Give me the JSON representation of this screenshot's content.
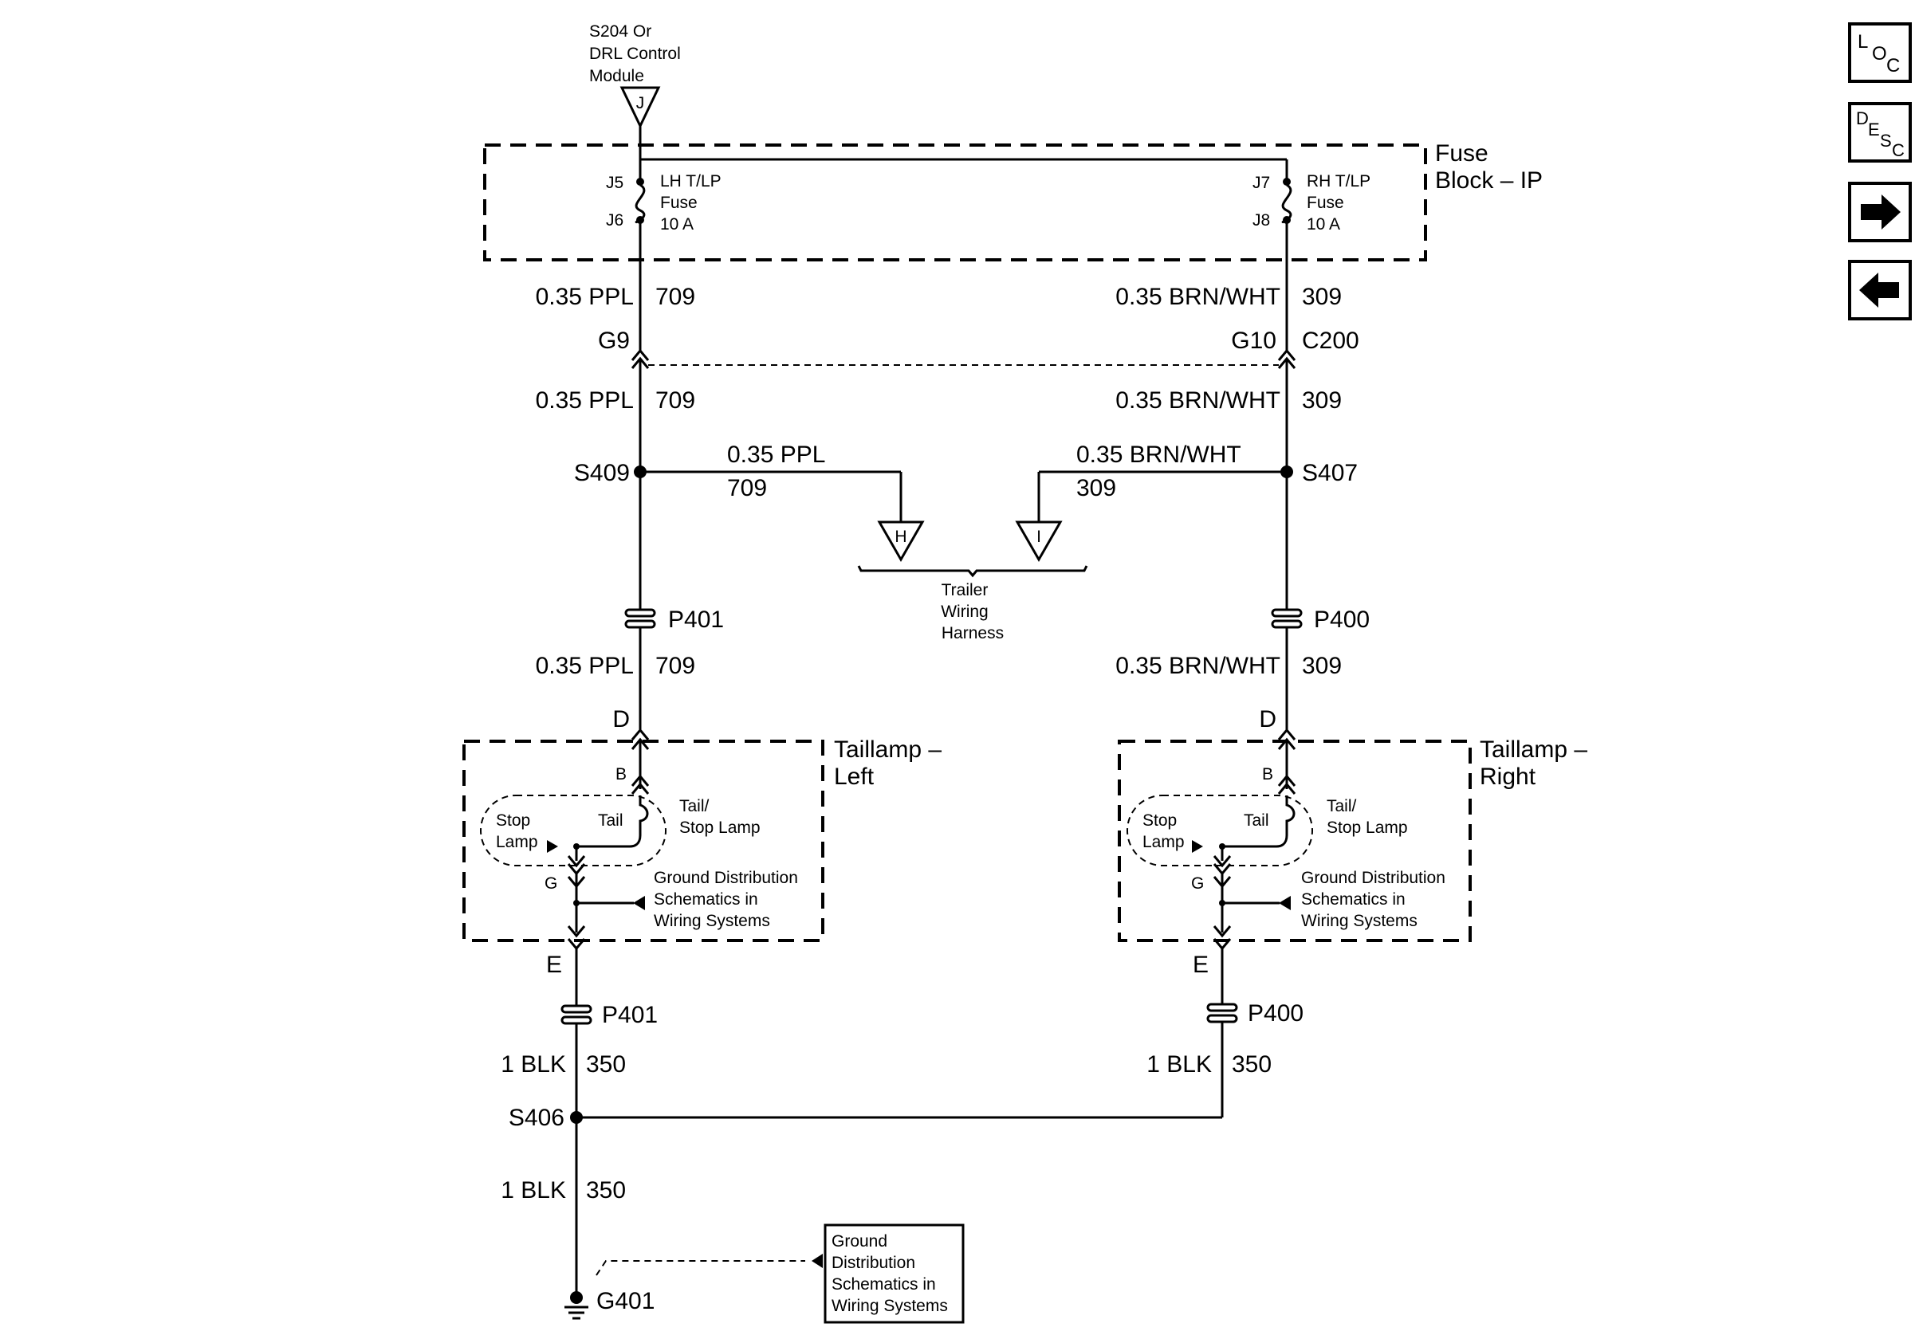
{
  "source": {
    "l1": "S204 Or",
    "l2": "DRL Control",
    "l3": "Module",
    "pin": "J"
  },
  "fuse_block": {
    "title1": "Fuse",
    "title2": "Block – IP",
    "left": {
      "pin_in": "J5",
      "pin_out": "J6",
      "l1": "LH T/LP",
      "l2": "Fuse",
      "l3": "10 A"
    },
    "right": {
      "pin_in": "J7",
      "pin_out": "J8",
      "l1": "RH T/LP",
      "l2": "Fuse",
      "l3": "10 A"
    }
  },
  "left_circuit": {
    "wire_size_color": "0.35 PPL",
    "circuit": "709",
    "connector_pin": "G9",
    "splice": "S409",
    "inline_conn": "P401",
    "lamp_pin_top": "D",
    "lamp_pin_bottom": "E"
  },
  "right_circuit": {
    "wire_size_color": "0.35 BRN/WHT",
    "circuit": "309",
    "connector_pin": "G10",
    "connector": "C200",
    "splice": "S407",
    "inline_conn": "P400",
    "lamp_pin_top": "D",
    "lamp_pin_bottom": "E"
  },
  "trailer": {
    "pin_left": "H",
    "pin_right": "I",
    "l1": "Trailer",
    "l2": "Wiring",
    "l3": "Harness"
  },
  "taillamp_left": {
    "title1": "Taillamp –",
    "title2": "Left"
  },
  "taillamp_right": {
    "title1": "Taillamp –",
    "title2": "Right"
  },
  "taillamp_common": {
    "pin_b": "B",
    "pin_g": "G",
    "stop1": "Stop",
    "stop2": "Lamp",
    "tail": "Tail",
    "bulb1": "Tail/",
    "bulb2": "Stop Lamp",
    "gd1": "Ground Distribution",
    "gd2": "Schematics in",
    "gd3": "Wiring Systems"
  },
  "ground": {
    "wire_size_color": "1 BLK",
    "circuit": "350",
    "splice": "S406",
    "ground_point": "G401",
    "ref1": "Ground",
    "ref2": "Distribution",
    "ref3": "Schematics in",
    "ref4": "Wiring Systems"
  },
  "nav": {
    "loc": {
      "a": "L",
      "b": "O",
      "c": "C"
    },
    "desc": {
      "a": "D",
      "b": "E",
      "c": "S",
      "d": "C"
    },
    "next_icon": "right-arrow-icon",
    "prev_icon": "left-arrow-icon"
  }
}
